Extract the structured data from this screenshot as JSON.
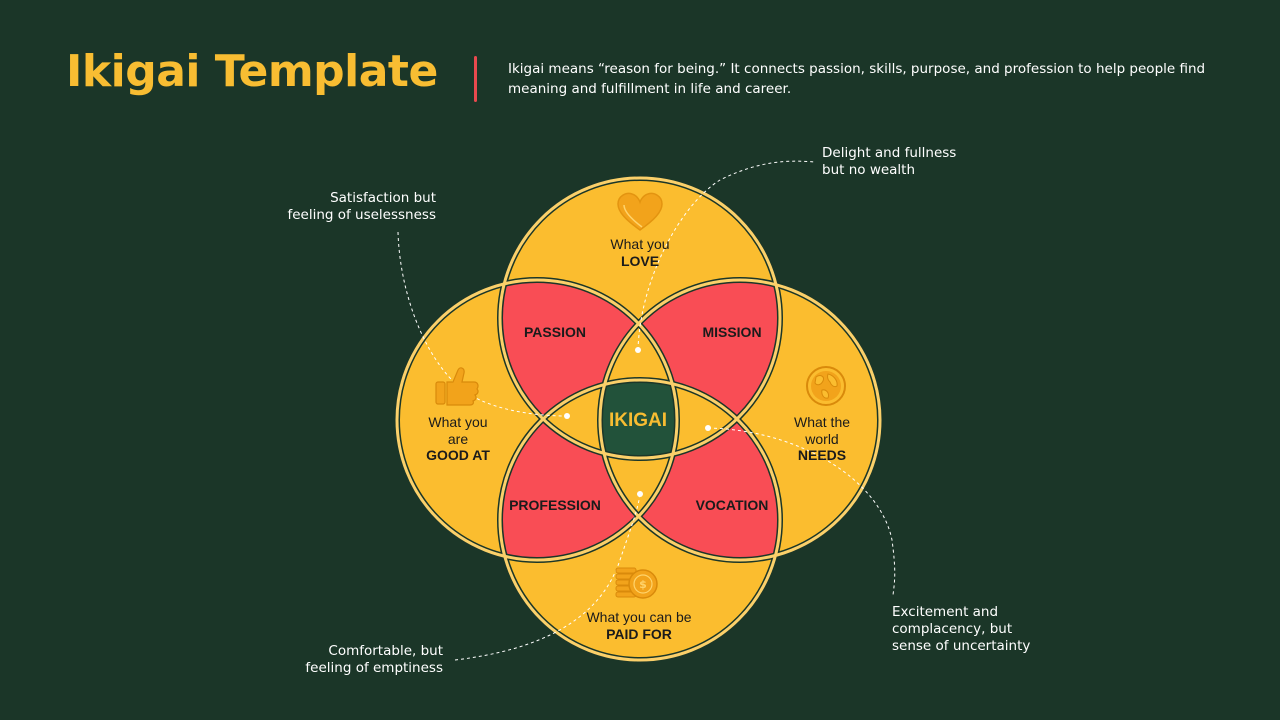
{
  "header": {
    "title": "Ikigai Template",
    "description_line1": "Ikigai means “reason for being.” It connects passion, skills, purpose, and profession to help people find",
    "description_line2": "meaning and fulfillment in life and career."
  },
  "circles": {
    "love": {
      "line1": "What you",
      "line2": "LOVE",
      "icon": "heart-icon"
    },
    "good_at": {
      "line1": "What you",
      "line2": "are",
      "line3": "GOOD AT",
      "icon": "thumbs-up-icon"
    },
    "needs": {
      "line1": "What the",
      "line2": "world",
      "line3": "NEEDS",
      "icon": "globe-icon"
    },
    "paid_for": {
      "line1": "What you can be",
      "line2": "PAID FOR",
      "icon": "coins-icon"
    }
  },
  "overlaps": {
    "passion": "PASSION",
    "mission": "MISSION",
    "profession": "PROFESSION",
    "vocation": "VOCATION",
    "center": "IKIGAI"
  },
  "notes": {
    "top_left": {
      "line1": "Satisfaction but",
      "line2": "feeling of uselessness"
    },
    "top_right": {
      "line1": "Delight and fullness",
      "line2": "but no wealth"
    },
    "bottom_left": {
      "line1": "Comfortable, but",
      "line2": "feeling of emptiness"
    },
    "bottom_right": {
      "line1": "Excitement and",
      "line2": "complacency, but",
      "line3": "sense of uncertainty"
    }
  },
  "colors": {
    "background": "#1b3628",
    "accent_yellow": "#f8bd32",
    "red": "#f94d55",
    "center_green": "#22523a"
  }
}
